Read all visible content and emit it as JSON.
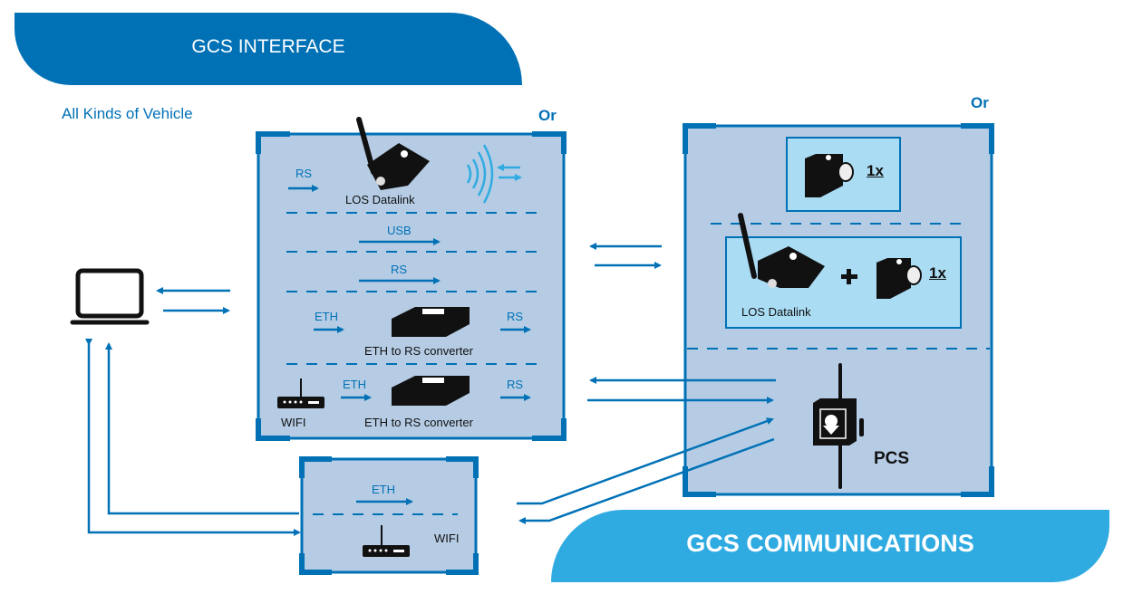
{
  "banners": {
    "interface": "GCS INTERFACE",
    "communications": "GCS COMMUNICATIONS"
  },
  "subtitle": "All Kinds of Vehicle",
  "colors": {
    "primary": "#0171b6",
    "accent": "#30abe2",
    "panel": "#b5cce4",
    "inner_panel": "#aadcf4",
    "device": "#111111"
  },
  "left_panel": {
    "or_label": "Or",
    "rows": [
      {
        "input_label": "RS",
        "device": "LOS Datalink",
        "device_icon": "los-datalink-icon",
        "extra": "radio-waves"
      },
      {
        "input_label": "USB"
      },
      {
        "input_label": "RS"
      },
      {
        "input_label": "ETH",
        "device": "ETH to RS converter",
        "device_icon": "converter-icon",
        "output_label": "RS"
      },
      {
        "source": "WIFI",
        "source_icon": "router-icon",
        "input_label": "ETH",
        "device": "ETH to RS converter",
        "device_icon": "converter-icon",
        "output_label": "RS"
      }
    ]
  },
  "wifi_panel": {
    "eth_label": "ETH",
    "wifi_label": "WIFI"
  },
  "right_panel": {
    "or_label": "Or",
    "option_a": {
      "count_label": "1x",
      "device_icon": "antenna-tracker-icon"
    },
    "option_b": {
      "device": "LOS Datalink",
      "plus": "+",
      "count_label": "1x"
    },
    "pcs": {
      "label": "PCS",
      "device_icon": "pcs-icon"
    }
  },
  "computer": {
    "icon": "laptop-icon"
  }
}
